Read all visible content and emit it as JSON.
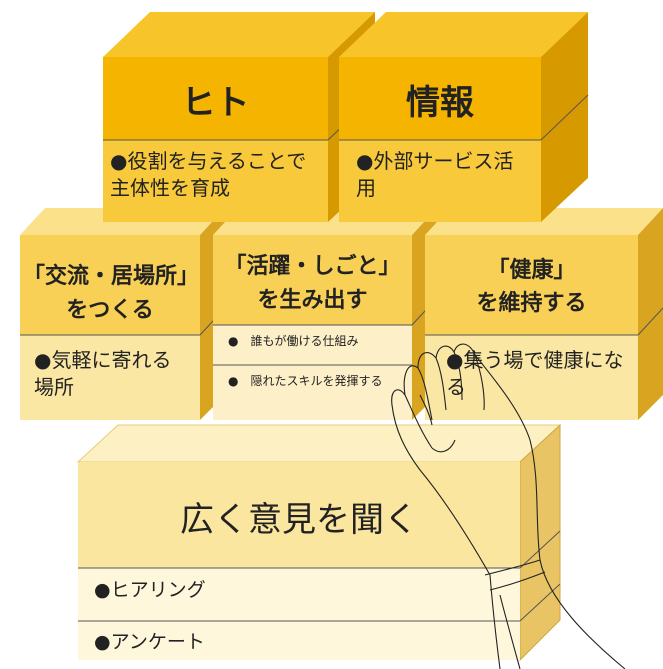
{
  "blocks": {
    "hito": {
      "title": "ヒト",
      "body": "●役割を与えることで主体性を育成"
    },
    "joho": {
      "title": "情報",
      "body": "●外部サービス活用"
    },
    "koryu": {
      "title_line1": "「交流・居場所」",
      "title_line2": "をつくる",
      "body": "●気軽に寄れる場所"
    },
    "katsuyaku": {
      "title_line1": "「活躍・しごと」",
      "title_line2": "を生み出す",
      "items": [
        "●　誰もが働ける仕組み",
        "●　隠れたスキルを発揮する"
      ]
    },
    "kenko": {
      "title_line1": "「健康」",
      "title_line2": "を維持する",
      "body": "●集う場で健康になる"
    },
    "iken": {
      "title": "広く意見を聞く",
      "items": [
        "●ヒアリング",
        "●アンケート"
      ]
    }
  },
  "colors": {
    "top_block": "#f5b400",
    "middle_block": "#f8d45a",
    "bottom_block": "#fbe8a6",
    "side_dark": "#d69a00"
  }
}
